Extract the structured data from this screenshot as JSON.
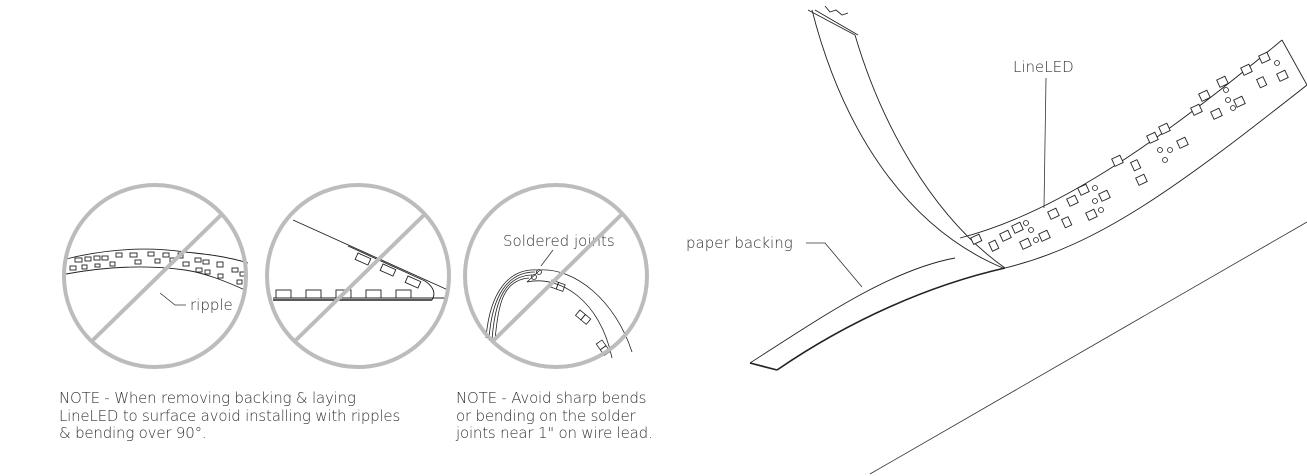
{
  "colors": {
    "prohibit": "#bcbcbc",
    "line": "#222222",
    "text": "#333333",
    "background": "#ffffff"
  },
  "panels": [
    {
      "id": "ripple",
      "callout": "ripple",
      "prohibited": true
    },
    {
      "id": "sharp-bend",
      "callout": "",
      "prohibited": true
    },
    {
      "id": "solder-joint",
      "callout": "Soldered joints",
      "prohibited": true
    }
  ],
  "notes": {
    "left": {
      "lines": [
        "NOTE - When removing backing & laying",
        "LineLED to surface avoid installing with ripples",
        "& bending over 90°."
      ]
    },
    "right": {
      "lines": [
        "NOTE - Avoid sharp bends",
        "or bending on the solder",
        "joints near 1\" on wire lead."
      ]
    }
  },
  "illustration": {
    "labels": {
      "strip": "LineLED",
      "backing": "paper backing"
    }
  }
}
